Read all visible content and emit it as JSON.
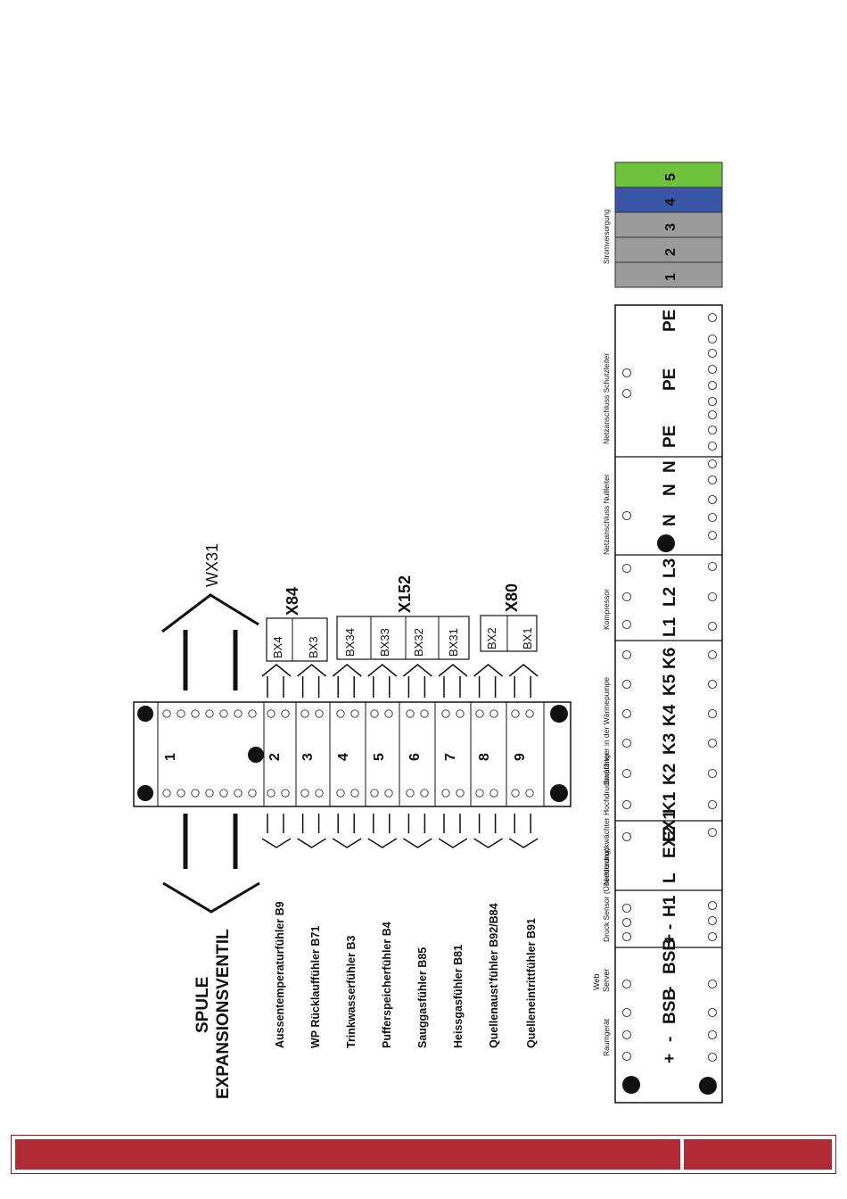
{
  "left_block": {
    "header_labels": [
      "SPULE",
      "EXPANSIONSVENTIL"
    ],
    "top_label": "WX31",
    "terminal_numbers": [
      "1",
      "2",
      "3",
      "4",
      "5",
      "6",
      "7",
      "8",
      "9"
    ],
    "sensors": [
      "Aussentemperaturfühler B9",
      "WP Rücklauffühler B71",
      "Trinkwasserfühler B3",
      "Pufferspeicherfühler B4",
      "Sauggasfühler B85",
      "Heissgasfühler B81",
      "Quellenaustʼfühler B92/B84",
      "Quelleneintrittfühler B91"
    ],
    "connectors": [
      {
        "name": "X84",
        "pins": [
          "BX4",
          "BX3"
        ]
      },
      {
        "name": "X152",
        "pins": [
          "BX34",
          "BX33",
          "BX32",
          "BX31"
        ]
      },
      {
        "name": "X80",
        "pins": [
          "BX2",
          "BX1"
        ]
      }
    ]
  },
  "right_block": {
    "sections": [
      {
        "title": "Raumgerät",
        "labels": [
          "+",
          "-",
          "BSB"
        ]
      },
      {
        "title": "Web Server",
        "labels": [
          "-",
          "BSB"
        ]
      },
      {
        "title": "Druck Sensor (Überhitzung)",
        "labels": [
          "+",
          "-",
          "H1"
        ]
      },
      {
        "title": "Niederdruckwächter Hochdruckwächter",
        "labels": [
          "L",
          "EX2",
          "EX1"
        ]
      },
      {
        "title": "Empfänger in der Wärmepumpe",
        "labels": [
          "K1",
          "K2",
          "K3",
          "K4",
          "K5",
          "K6"
        ]
      },
      {
        "title": "Kompressor",
        "labels": [
          "L1",
          "L2",
          "L3"
        ]
      },
      {
        "title": "Netzanschluss Nullleiter",
        "labels": [
          "N",
          "N",
          "N"
        ]
      },
      {
        "title": "Netzanschluss Schutzleiter",
        "labels": [
          "PE",
          "PE",
          "PE"
        ]
      }
    ]
  },
  "power_block": {
    "title": "Stromversorgung",
    "cells": [
      {
        "label": "1",
        "color": "#9b9b9b"
      },
      {
        "label": "2",
        "color": "#9b9b9b"
      },
      {
        "label": "3",
        "color": "#9b9b9b"
      },
      {
        "label": "4",
        "color": "#3a55a8"
      },
      {
        "label": "5",
        "color": "#6fc23b"
      }
    ]
  },
  "colors": {
    "footer": "#b02b35",
    "line": "#111111"
  }
}
